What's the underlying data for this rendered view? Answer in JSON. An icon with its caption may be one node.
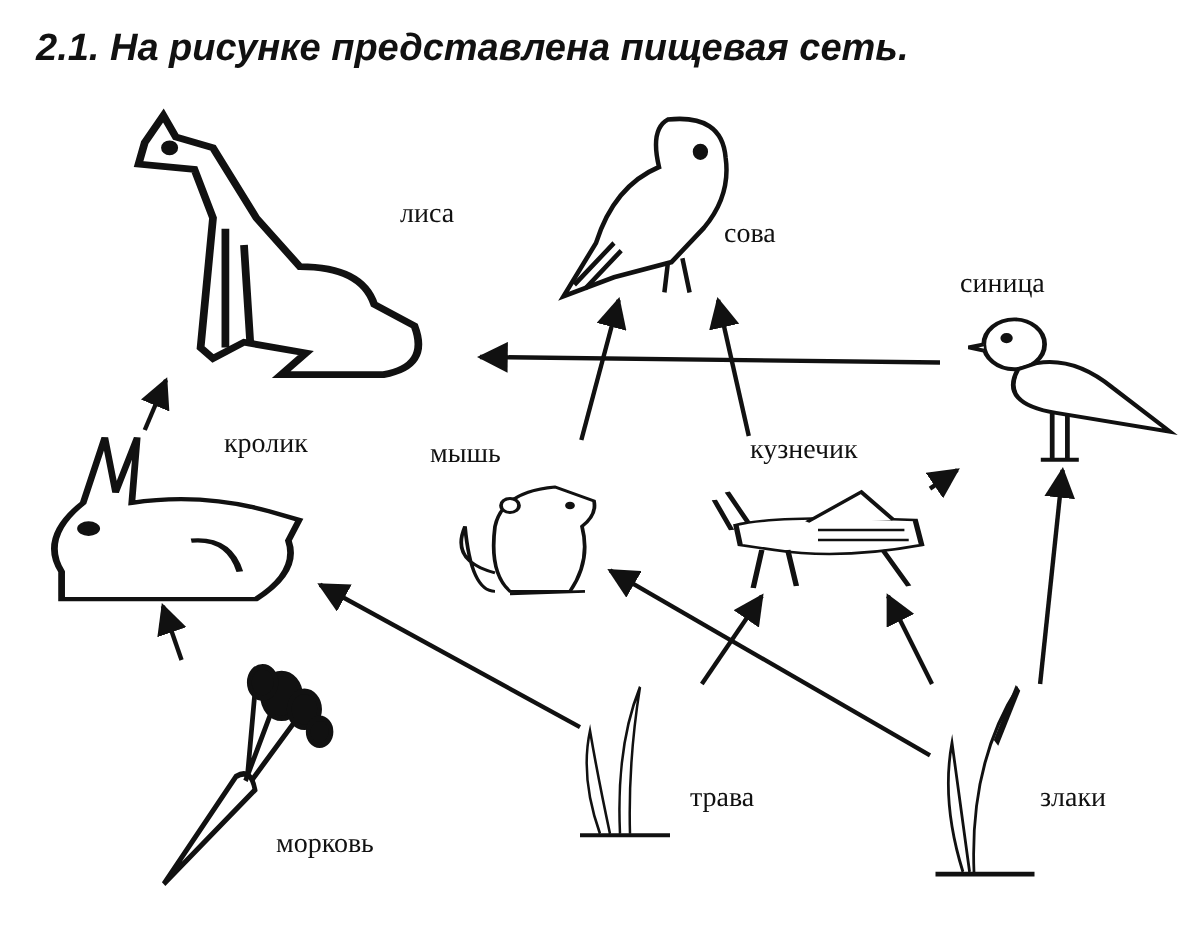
{
  "diagram": {
    "title": "2.1. На рисунке представлена пищевая сеть.",
    "nodes": [
      {
        "text": [
          "лиса"
        ]
      },
      {
        "text": [
          "сова"
        ]
      },
      {
        "text": [
          "синица"
        ]
      },
      {
        "text": [
          "кролик"
        ]
      },
      {
        "text": [
          "мышь"
        ]
      },
      {
        "text": [
          "кузнечик"
        ]
      },
      {
        "text": [
          "морковь"
        ]
      },
      {
        "text": [
          "трава"
        ]
      },
      {
        "text": [
          "злаки"
        ]
      }
    ],
    "edges": [
      {
        "from": 3,
        "to": 0,
        "arrow": "to"
      },
      {
        "from": 2,
        "to": 0,
        "arrow": "to"
      },
      {
        "from": 4,
        "to": 1,
        "arrow": "to"
      },
      {
        "from": 5,
        "to": 1,
        "arrow": "to"
      },
      {
        "from": 5,
        "to": 2,
        "arrow": "to"
      },
      {
        "from": 8,
        "to": 2,
        "arrow": "to"
      },
      {
        "from": 6,
        "to": 3,
        "arrow": "to"
      },
      {
        "from": 7,
        "to": 3,
        "arrow": "to"
      },
      {
        "from": 7,
        "to": 5,
        "arrow": "to"
      },
      {
        "from": 8,
        "to": 4,
        "arrow": "to"
      },
      {
        "from": 8,
        "to": 5,
        "arrow": "to"
      }
    ]
  }
}
